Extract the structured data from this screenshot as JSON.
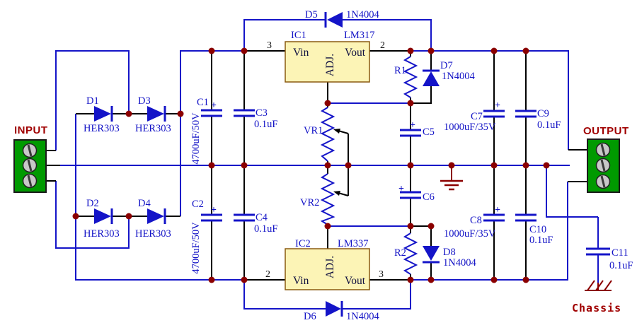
{
  "connectors": {
    "input": {
      "label": "INPUT"
    },
    "output": {
      "label": "OUTPUT"
    },
    "chassis": {
      "label": "Chassis"
    }
  },
  "regulators": {
    "ic1": {
      "ref": "IC1",
      "part": "LM317",
      "pin_in": "Vin",
      "pin_out": "Vout",
      "pin_adj": "ADJ.",
      "pin_in_num": "3",
      "pin_out_num": "2"
    },
    "ic2": {
      "ref": "IC2",
      "part": "LM337",
      "pin_in": "Vin",
      "pin_out": "Vout",
      "pin_adj": "ADJ.",
      "pin_in_num": "2",
      "pin_out_num": "3"
    }
  },
  "diodes": {
    "d1": {
      "ref": "D1",
      "part": "HER303"
    },
    "d2": {
      "ref": "D2",
      "part": "HER303"
    },
    "d3": {
      "ref": "D3",
      "part": "HER303"
    },
    "d4": {
      "ref": "D4",
      "part": "HER303"
    },
    "d5": {
      "ref": "D5",
      "part": "1N4004"
    },
    "d6": {
      "ref": "D6",
      "part": "1N4004"
    },
    "d7": {
      "ref": "D7",
      "part": "1N4004"
    },
    "d8": {
      "ref": "D8",
      "part": "1N4004"
    }
  },
  "capacitors": {
    "c1": {
      "ref": "C1",
      "value": "4700uF/50V",
      "polarity": "+"
    },
    "c2": {
      "ref": "C2",
      "value": "4700uF/50V",
      "polarity": "+"
    },
    "c3": {
      "ref": "C3",
      "value": "0.1uF"
    },
    "c4": {
      "ref": "C4",
      "value": "0.1uF"
    },
    "c5": {
      "ref": "C5",
      "polarity": "+"
    },
    "c6": {
      "ref": "C6",
      "polarity": "+"
    },
    "c7": {
      "ref": "C7",
      "value": "1000uF/35V",
      "polarity": "+"
    },
    "c8": {
      "ref": "C8",
      "value": "1000uF/35V",
      "polarity": "+"
    },
    "c9": {
      "ref": "C9",
      "value": "0.1uF"
    },
    "c10": {
      "ref": "C10",
      "value": "0.1uF"
    },
    "c11": {
      "ref": "C11",
      "value": "0.1uF"
    }
  },
  "resistors": {
    "r1": {
      "ref": "R1"
    },
    "r2": {
      "ref": "R2"
    },
    "vr1": {
      "ref": "VR1"
    },
    "vr2": {
      "ref": "VR2"
    }
  },
  "colors": {
    "wire_blue": "#1414c8",
    "junction_red": "#8b0000",
    "label_red": "#a00000",
    "ic_fill": "#fcf4b6",
    "ic_border": "#8a5a10",
    "terminal_green": "#009a00"
  }
}
